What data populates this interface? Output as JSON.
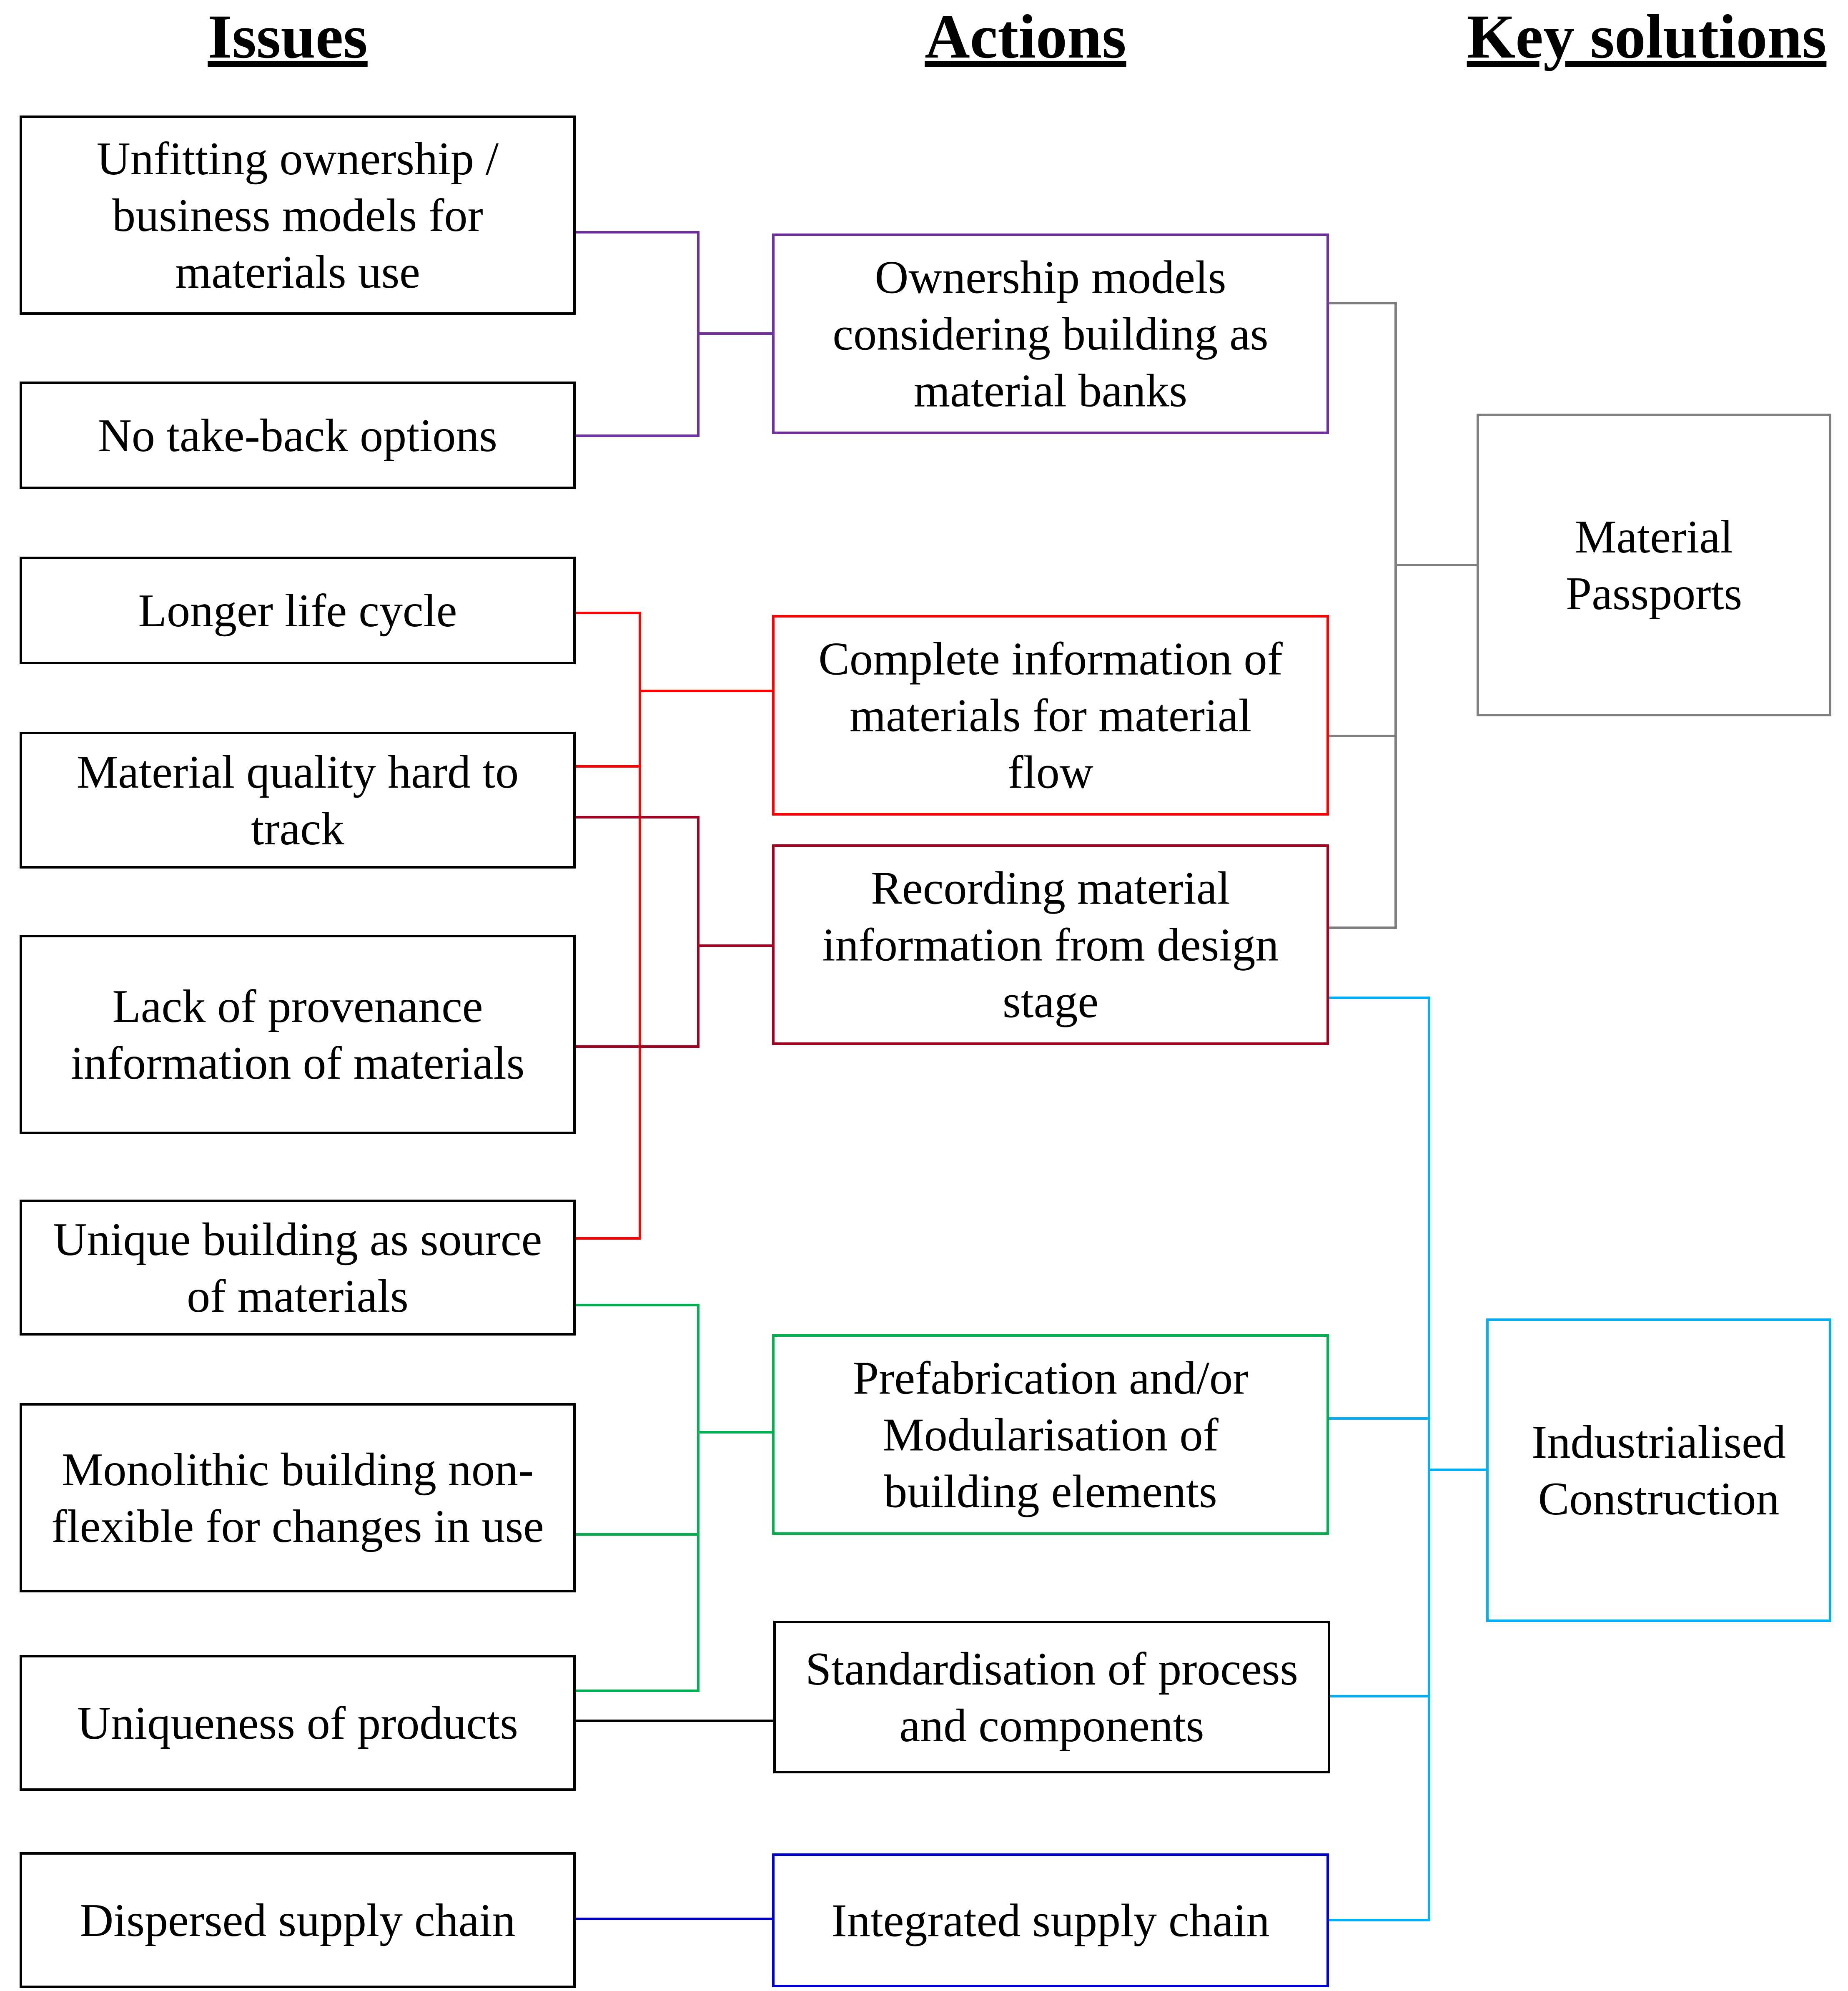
{
  "headers": {
    "issues": "Issues",
    "actions": "Actions",
    "key_solutions": "Key solutions"
  },
  "issues": [
    {
      "id": "i1",
      "lines": [
        "Unfitting ownership /",
        "business models for",
        "materials use"
      ]
    },
    {
      "id": "i2",
      "lines": [
        "No take-back options"
      ]
    },
    {
      "id": "i3",
      "lines": [
        "Longer life cycle"
      ]
    },
    {
      "id": "i4",
      "lines": [
        "Material quality hard to",
        "track"
      ]
    },
    {
      "id": "i5",
      "lines": [
        "Lack of provenance",
        "information of materials"
      ]
    },
    {
      "id": "i6",
      "lines": [
        "Unique building as source",
        "of materials"
      ]
    },
    {
      "id": "i7",
      "lines": [
        "Monolithic building non-",
        "flexible for changes in use"
      ]
    },
    {
      "id": "i8",
      "lines": [
        "Uniqueness of products"
      ]
    },
    {
      "id": "i9",
      "lines": [
        "Dispersed supply chain"
      ]
    }
  ],
  "actions": [
    {
      "id": "a1",
      "lines": [
        "Ownership models",
        "considering building as",
        "material banks"
      ],
      "color": "#7030A0"
    },
    {
      "id": "a2",
      "lines": [
        "Complete information of",
        "materials for material",
        "flow"
      ],
      "color": "#FF0000"
    },
    {
      "id": "a3",
      "lines": [
        "Recording material",
        "information from design",
        "stage"
      ],
      "color": "#A50021"
    },
    {
      "id": "a4",
      "lines": [
        "Prefabrication and/or",
        "Modularisation of",
        "building elements"
      ],
      "color": "#00B050"
    },
    {
      "id": "a5",
      "lines": [
        "Standardisation of process",
        "and components"
      ],
      "color": "#000000"
    },
    {
      "id": "a6",
      "lines": [
        "Integrated supply chain"
      ],
      "color": "#0000CC"
    }
  ],
  "solutions": [
    {
      "id": "s1",
      "lines": [
        "Material",
        "Passports"
      ],
      "color": "#808080"
    },
    {
      "id": "s2",
      "lines": [
        "Industrialised",
        "Construction"
      ],
      "color": "#00B0F0"
    }
  ],
  "links": {
    "issue_to_action": [
      {
        "from": "i1",
        "to": "a1"
      },
      {
        "from": "i2",
        "to": "a1"
      },
      {
        "from": "i3",
        "to": "a2"
      },
      {
        "from": "i4",
        "to": "a2"
      },
      {
        "from": "i6",
        "to": "a2"
      },
      {
        "from": "i4",
        "to": "a3"
      },
      {
        "from": "i5",
        "to": "a3"
      },
      {
        "from": "i6",
        "to": "a4"
      },
      {
        "from": "i7",
        "to": "a4"
      },
      {
        "from": "i8",
        "to": "a4"
      },
      {
        "from": "i8",
        "to": "a5"
      },
      {
        "from": "i9",
        "to": "a6"
      }
    ],
    "action_to_solution": [
      {
        "from": "a1",
        "to": "s1"
      },
      {
        "from": "a2",
        "to": "s1"
      },
      {
        "from": "a3",
        "to": "s1"
      },
      {
        "from": "a3",
        "to": "s2"
      },
      {
        "from": "a4",
        "to": "s2"
      },
      {
        "from": "a5",
        "to": "s2"
      },
      {
        "from": "a6",
        "to": "s2"
      }
    ]
  }
}
